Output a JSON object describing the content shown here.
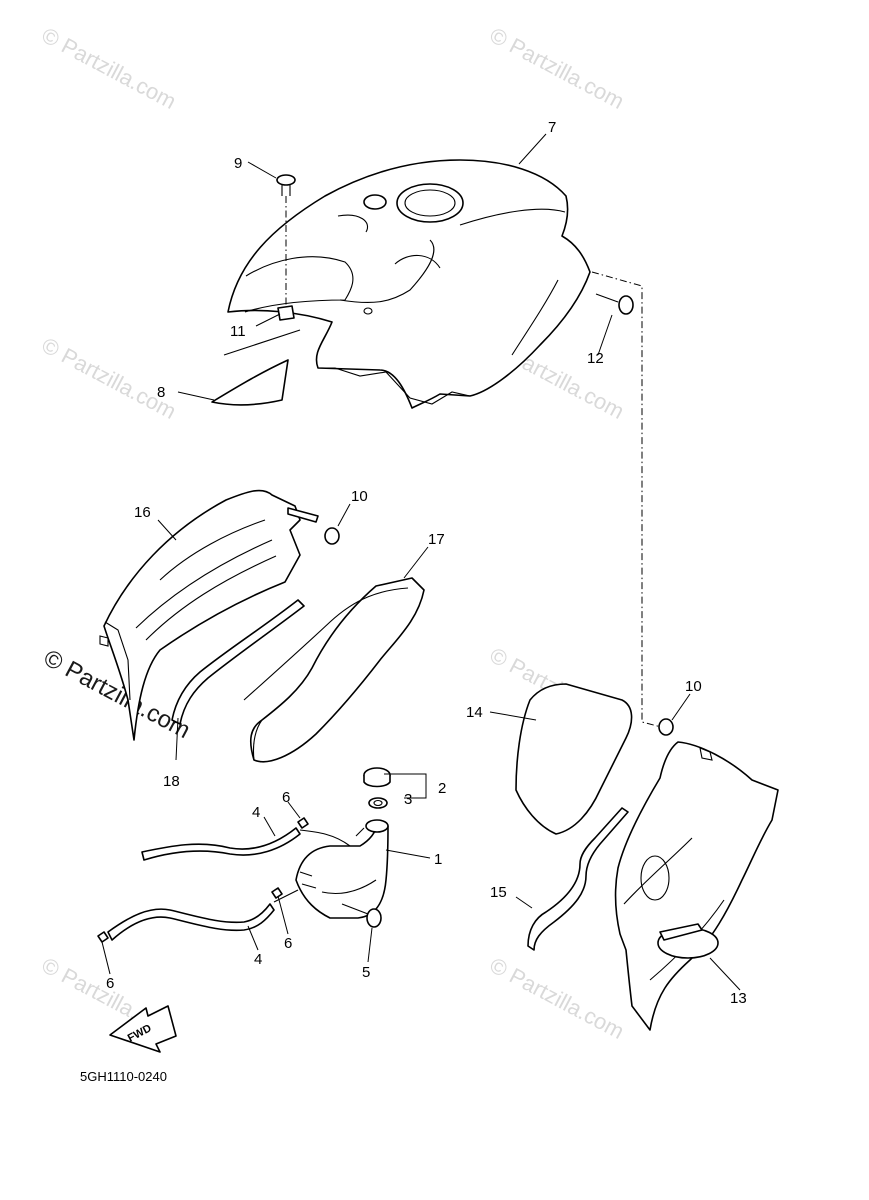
{
  "diagram": {
    "watermark": "© Partzilla.com",
    "drawing_code": "5GH1110-0240",
    "forward_label": "FWD",
    "callouts": [
      {
        "id": "c1",
        "label": "1"
      },
      {
        "id": "c2",
        "label": "2"
      },
      {
        "id": "c3",
        "label": "3"
      },
      {
        "id": "c4a",
        "label": "4"
      },
      {
        "id": "c4b",
        "label": "4"
      },
      {
        "id": "c5",
        "label": "5"
      },
      {
        "id": "c6a",
        "label": "6"
      },
      {
        "id": "c6b",
        "label": "6"
      },
      {
        "id": "c6c",
        "label": "6"
      },
      {
        "id": "c7",
        "label": "7"
      },
      {
        "id": "c8",
        "label": "8"
      },
      {
        "id": "c9",
        "label": "9"
      },
      {
        "id": "c10a",
        "label": "10"
      },
      {
        "id": "c10b",
        "label": "10"
      },
      {
        "id": "c11",
        "label": "11"
      },
      {
        "id": "c12",
        "label": "12"
      },
      {
        "id": "c13",
        "label": "13"
      },
      {
        "id": "c14",
        "label": "14"
      },
      {
        "id": "c15",
        "label": "15"
      },
      {
        "id": "c16",
        "label": "16"
      },
      {
        "id": "c17",
        "label": "17"
      },
      {
        "id": "c18",
        "label": "18"
      }
    ]
  }
}
